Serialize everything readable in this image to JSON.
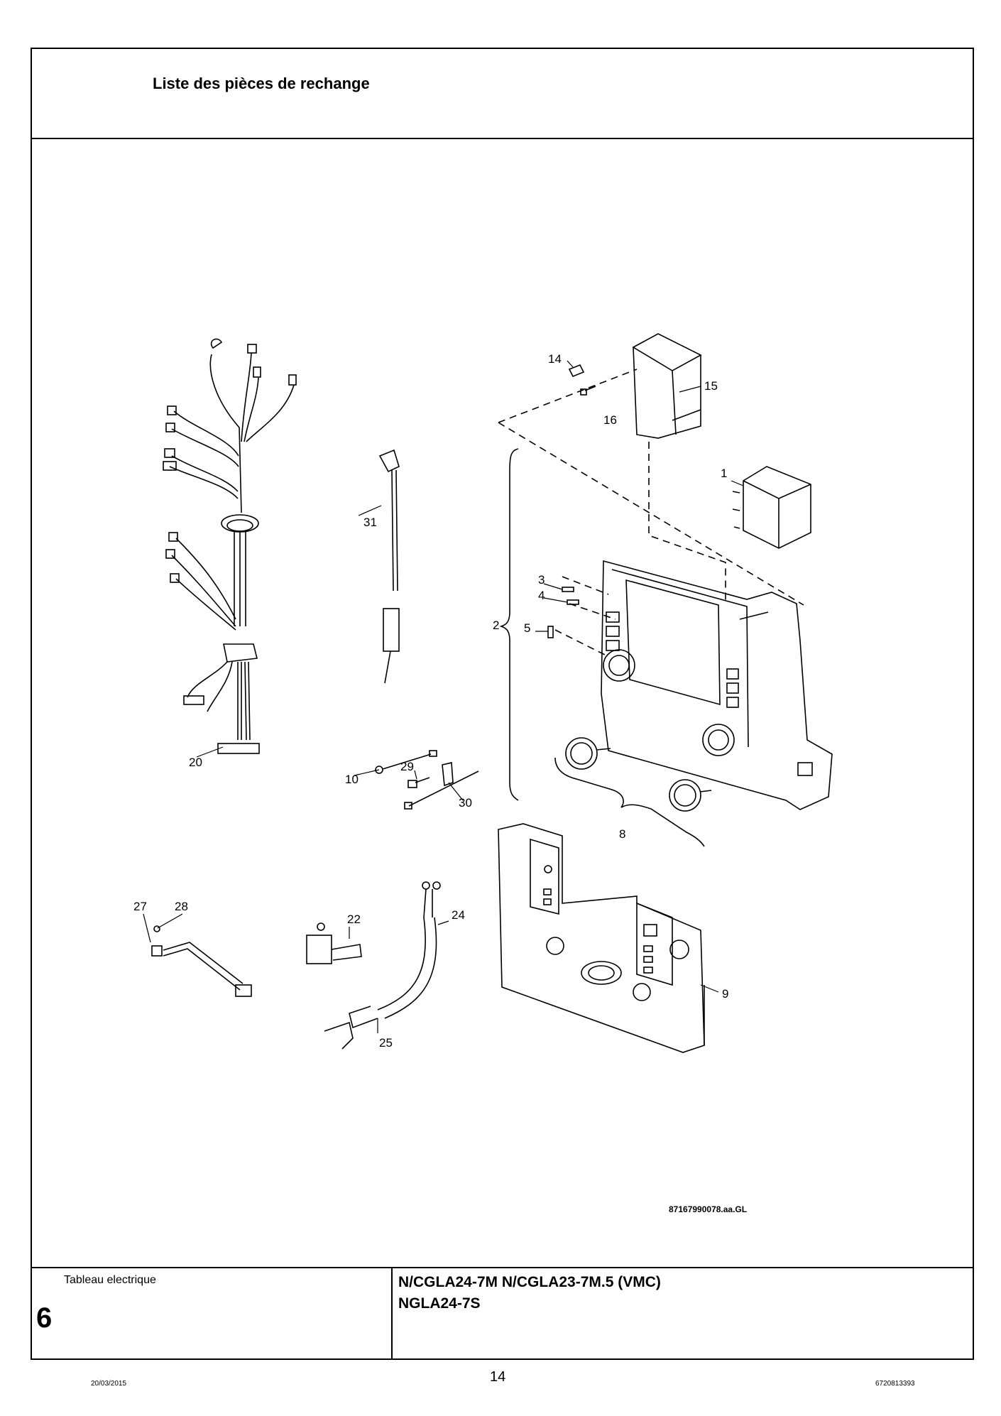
{
  "header": {
    "title": "Liste des pièces de rechange"
  },
  "drawing": {
    "reference_code": "87167990078.aa.GL",
    "callouts": [
      "1",
      "2",
      "3",
      "4",
      "5",
      "8",
      "9",
      "10",
      "14",
      "15",
      "16",
      "20",
      "22",
      "24",
      "25",
      "27",
      "28",
      "29",
      "30",
      "31"
    ]
  },
  "footer": {
    "section_name": "Tableau electrique",
    "section_number": "6",
    "model_line_1": "N/CGLA24-7M N/CGLA23-7M.5 (VMC)",
    "model_line_2": "NGLA24-7S"
  },
  "page": {
    "number": "14",
    "date": "20/03/2015",
    "doc_number": "6720813393"
  }
}
